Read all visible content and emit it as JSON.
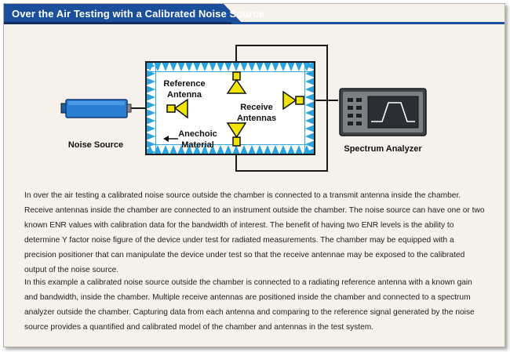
{
  "title": "Over the Air Testing with a Calibrated Noise Source",
  "diagram": {
    "noise_source_label": "Noise Source",
    "reference_antenna_label_line1": "Reference",
    "reference_antenna_label_line2": "Antenna",
    "receive_antennas_label_line1": "Receive",
    "receive_antennas_label_line2": "Antennas",
    "anechoic_label_line1": "Anechoic",
    "anechoic_label_line2": "Material",
    "spectrum_analyzer_label": "Spectrum Analyzer",
    "colors": {
      "chamber_absorber": "#29a3dd",
      "antenna_yellow": "#f2e400",
      "noise_source_blue": "#2a7fd4",
      "analyzer_body": "#7b8085",
      "analyzer_screen": "#2a2f36"
    }
  },
  "paragraphs": [
    "In over the air testing a calibrated noise source outside the chamber is connected to a transmit antenna inside the chamber.  Receive antennas inside the chamber are connected to an instrument outside the chamber.  The noise source can have one or two known ENR values with calibration data for the bandwidth of interest. The benefit of having two ENR levels is the ability to determine Y factor noise figure of the device under test for radiated measurements. The chamber may be equipped with a precision positioner that can manipulate the device under test so that the receive antennae may be exposed to the calibrated output of the noise source.",
    "In this example a calibrated noise source outside the chamber is connected to a radiating reference antenna with a known gain and bandwidth, inside the chamber.  Multiple receive antennas are positioned inside the chamber and connected to a spectrum analyzer outside the chamber.  Capturing data from each antenna and comparing to the reference signal generated by the noise source provides a quantified and calibrated model of the chamber and antennas in the test system."
  ]
}
